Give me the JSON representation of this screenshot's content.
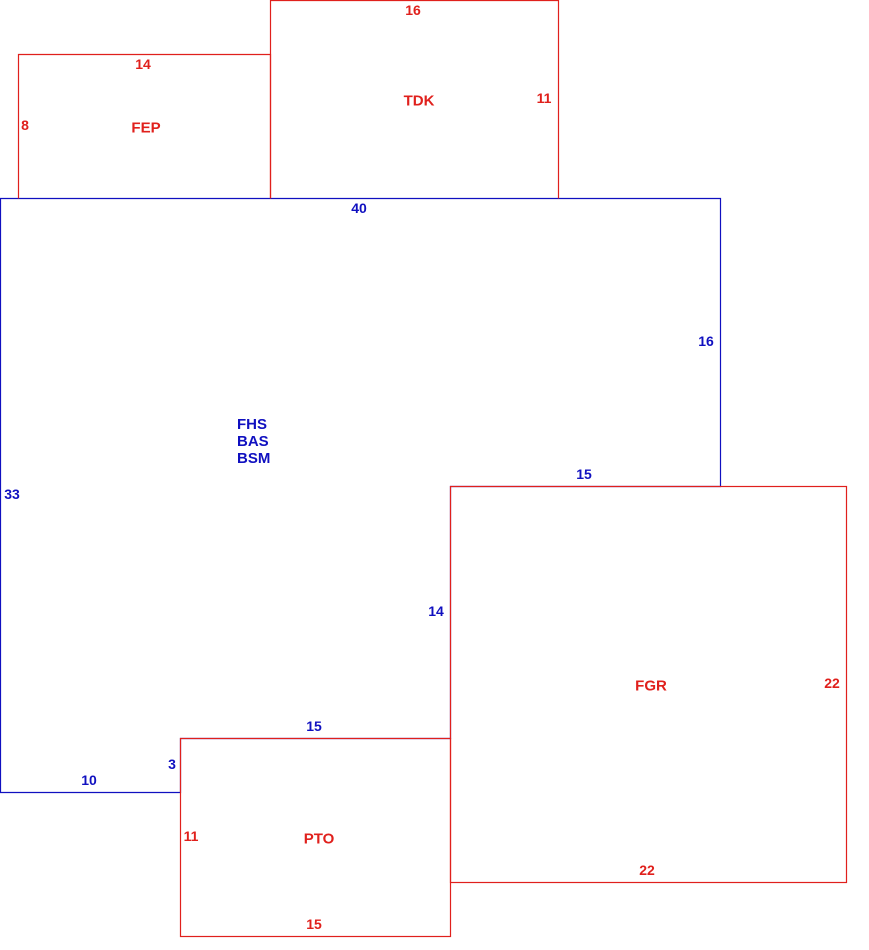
{
  "colors": {
    "main_area": "#1010c0",
    "addition": "#e0201c"
  },
  "areas": {
    "fep": {
      "name": "FEP",
      "dims": {
        "top": "14",
        "left": "8"
      }
    },
    "tdk": {
      "name": "TDK",
      "dims": {
        "top": "16",
        "right": "11"
      }
    },
    "main": {
      "codes": [
        "FHS",
        "BAS",
        "BSM"
      ],
      "dims": {
        "top": "40",
        "right": "16",
        "left": "33",
        "step_top": "15",
        "step_right": "14",
        "notch_top": "15",
        "notch_side": "3",
        "bottom": "10"
      }
    },
    "fgr": {
      "name": "FGR",
      "dims": {
        "right": "22",
        "bottom": "22"
      }
    },
    "pto": {
      "name": "PTO",
      "dims": {
        "left": "11",
        "bottom": "15"
      }
    }
  }
}
